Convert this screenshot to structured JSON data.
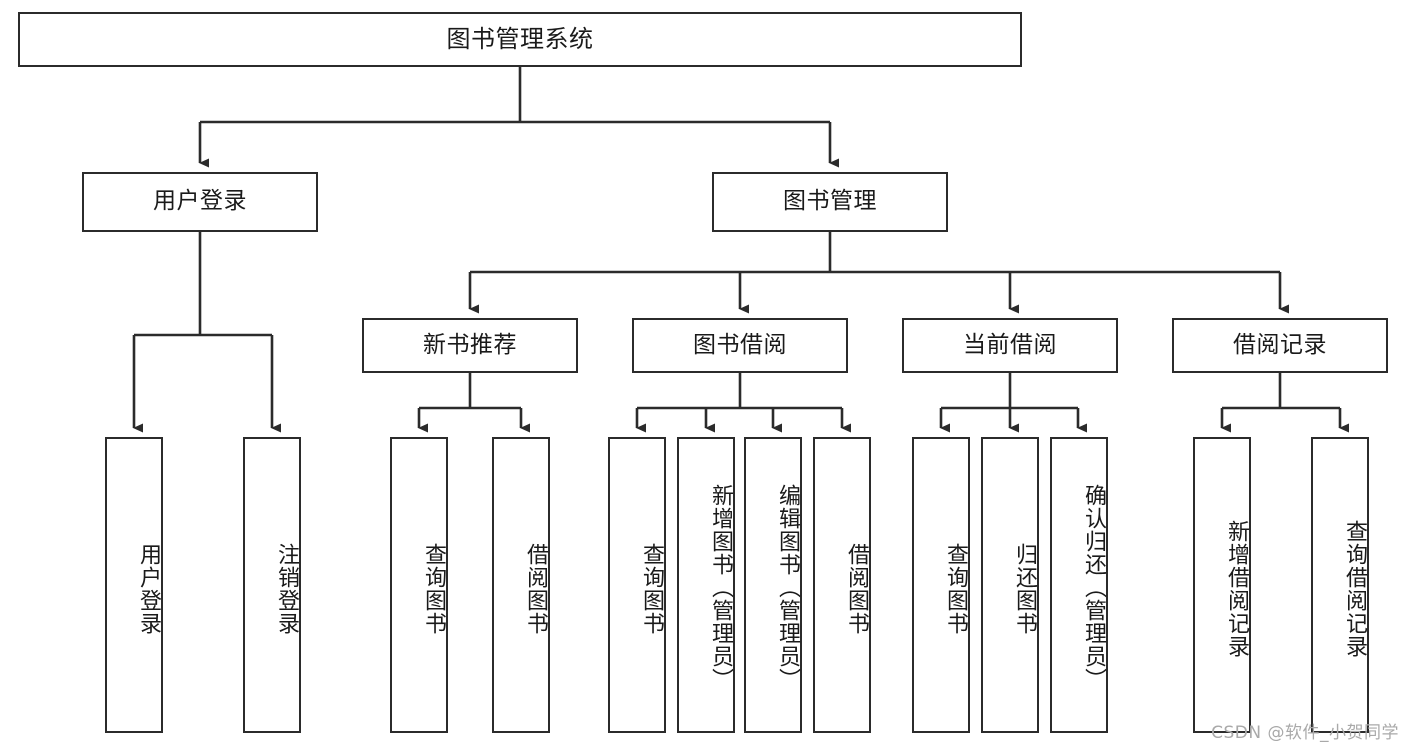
{
  "title": "图书管理系统",
  "watermark": "CSDN @软件_小贺同学",
  "colors": {
    "border": "#2b2b2b",
    "background": "#ffffff",
    "text": "#1a1a1a",
    "watermark": "#a9a9a9"
  },
  "nodes": {
    "root": {
      "label": "图书管理系统"
    },
    "level2": [
      {
        "label": "用户登录"
      },
      {
        "label": "图书管理"
      }
    ],
    "level3": [
      {
        "label": "新书推荐"
      },
      {
        "label": "图书借阅"
      },
      {
        "label": "当前借阅"
      },
      {
        "label": "借阅记录"
      }
    ],
    "leaves": {
      "user_login": [
        {
          "label": "用户登录"
        },
        {
          "label": "注销登录"
        }
      ],
      "new_book": [
        {
          "label": "查询图书"
        },
        {
          "label": "借阅图书"
        }
      ],
      "book_borrow": [
        {
          "label": "查询图书"
        },
        {
          "label": "新增图书（管理员）"
        },
        {
          "label": "编辑图书（管理员）"
        },
        {
          "label": "借阅图书"
        }
      ],
      "current_borrow": [
        {
          "label": "查询图书"
        },
        {
          "label": "归还图书"
        },
        {
          "label": "确认归还（管理员）"
        }
      ],
      "borrow_record": [
        {
          "label": "新增借阅记录"
        },
        {
          "label": "查询借阅记录"
        }
      ]
    }
  }
}
